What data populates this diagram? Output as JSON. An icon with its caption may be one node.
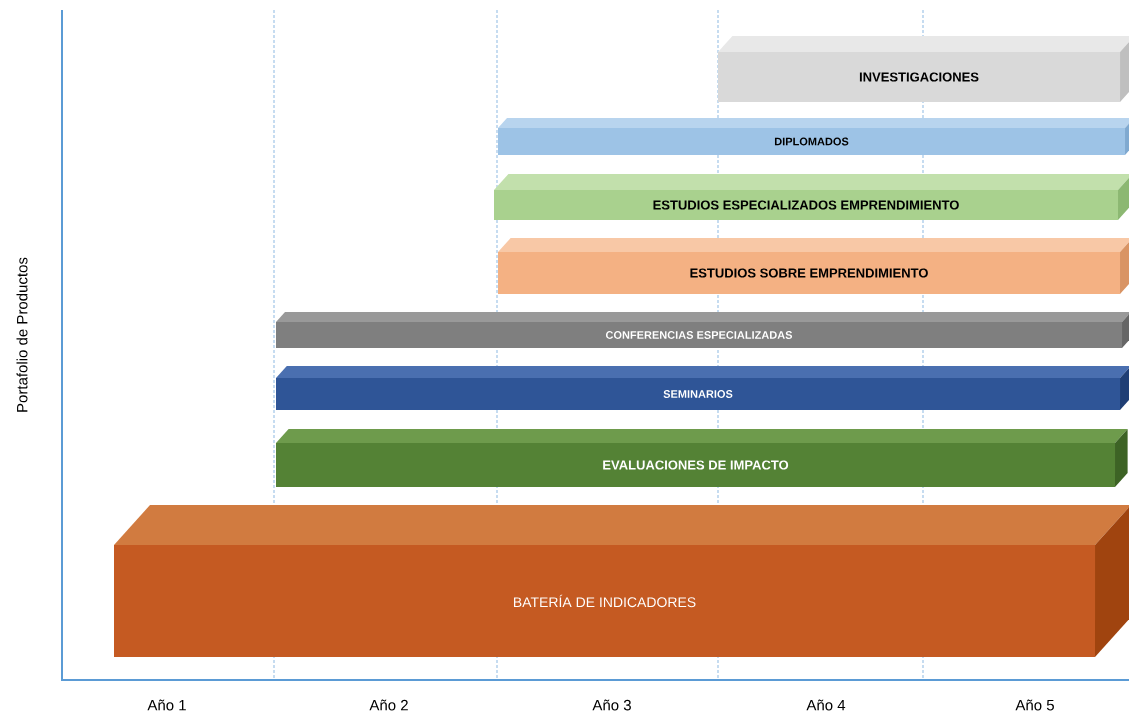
{
  "diagram": {
    "nodes": [
      {
        "text": [
          "INVESTIGACIONES"
        ]
      },
      {
        "text": [
          "DIPLOMADOS"
        ]
      },
      {
        "text": [
          "ESTUDIOS ESPECIALIZADOS EMPRENDIMIENTO"
        ]
      },
      {
        "text": [
          "ESTUDIOS SOBRE EMPRENDIMIENTO"
        ]
      },
      {
        "text": [
          "CONFERENCIAS ESPECIALIZADAS"
        ]
      },
      {
        "text": [
          "SEMINARIOS"
        ]
      },
      {
        "text": [
          "EVALUACIONES DE IMPACTO"
        ]
      },
      {
        "text": [
          "BATERÍA DE INDICADORES"
        ]
      }
    ],
    "labels": [
      "Portafolio de Productos",
      "Año 1",
      "Año 2",
      "Año 3",
      "Año 4",
      "Año 5"
    ]
  }
}
